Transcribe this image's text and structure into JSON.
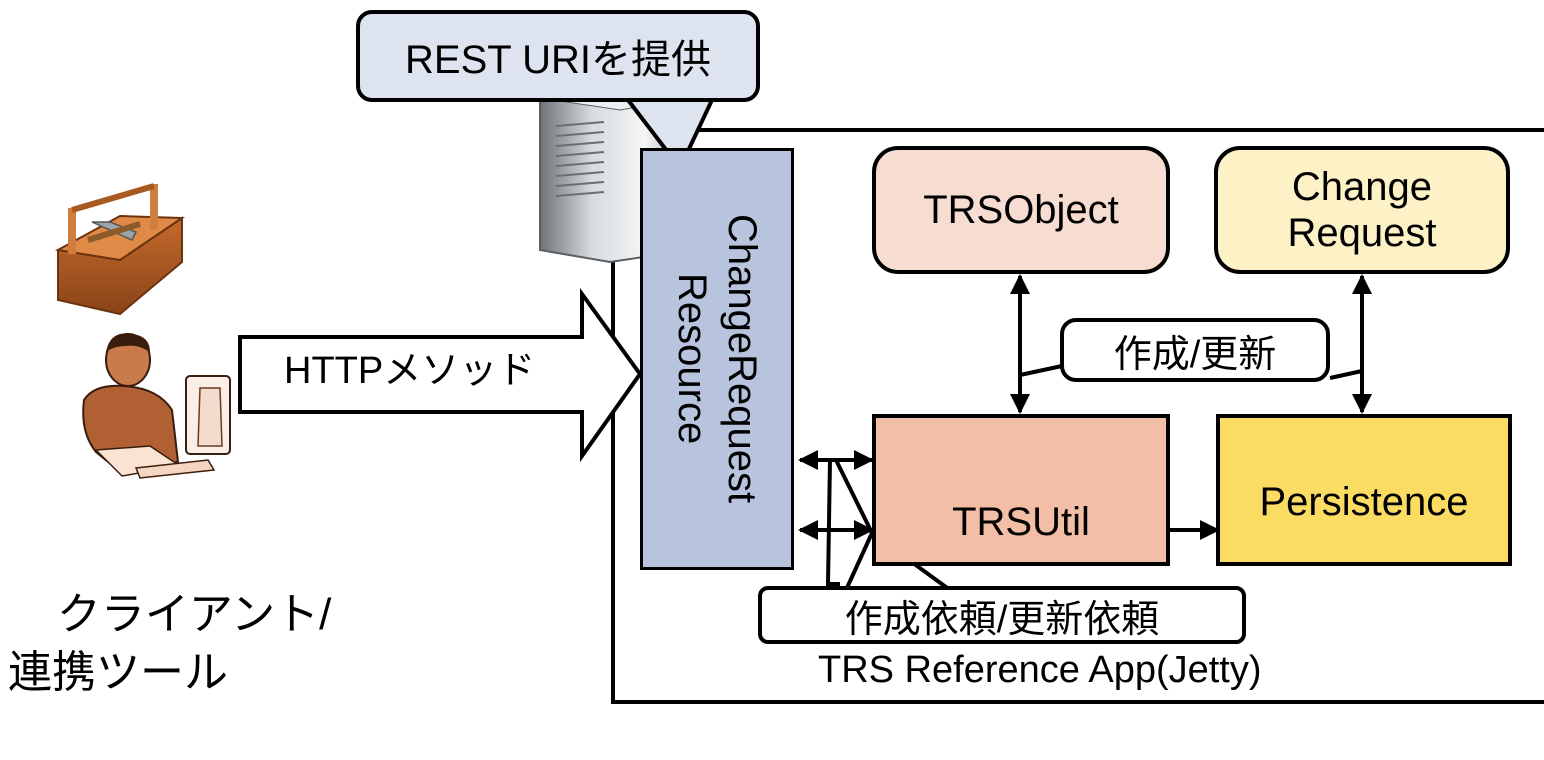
{
  "callout": {
    "text": "REST URIを提供"
  },
  "app_container": {
    "label": "TRS Reference App(Jetty)"
  },
  "components": {
    "resource": {
      "label": "ChangeRequest\nResource"
    },
    "trs_object": {
      "label": "TRSObject"
    },
    "change_request": {
      "label": "Change\nRequest"
    },
    "trs_util": {
      "label": "TRSUtil"
    },
    "persistence": {
      "label": "Persistence"
    }
  },
  "connectors": {
    "http_method": {
      "label": "HTTPメソッド"
    },
    "create_update": {
      "label": "作成/更新"
    },
    "create_update_request": {
      "label": "作成依頼/更新依頼"
    }
  },
  "client": {
    "label": "クライアント/\n連携ツール"
  },
  "icons": [
    "toolbox-icon",
    "person-at-computer-icon",
    "server-tower-icon"
  ],
  "colors": {
    "resource_fill": "#b8c4de",
    "trs_object_fill": "#f7dcd2",
    "change_request_fill": "#fdf1c6",
    "trs_util_fill": "#f2bea5",
    "persistence_fill": "#fbdc63",
    "callout_fill": "#dde3ef"
  }
}
